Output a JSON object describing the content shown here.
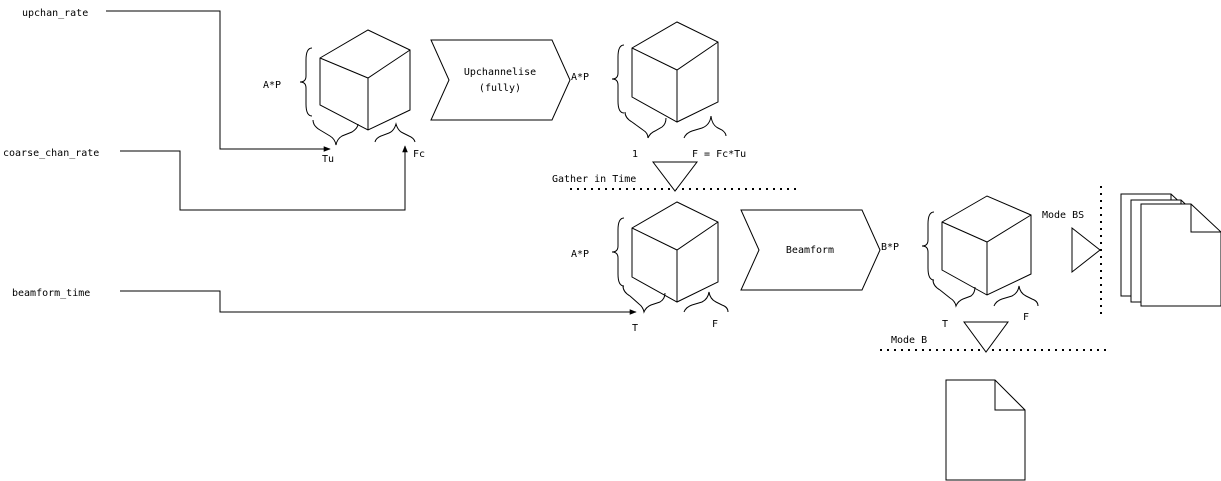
{
  "inputs": {
    "upchan_rate": "upchan_rate",
    "coarse_chan_rate": "coarse_chan_rate",
    "beamform_time": "beamform_time"
  },
  "cube1": {
    "side_label": "A*P",
    "bottom_left": "Tu",
    "bottom_right": "Fc"
  },
  "process1": {
    "line1": "Upchannelise",
    "line2": "(fully)"
  },
  "cube2": {
    "side_label": "A*P",
    "bottom_left": "1",
    "bottom_right": "F = Fc*Tu"
  },
  "gather_label": "Gather in Time",
  "cube3": {
    "side_label": "A*P",
    "bottom_left": "T",
    "bottom_right": "F"
  },
  "process2": {
    "label": "Beamform"
  },
  "cube4": {
    "side_label": "B*P",
    "bottom_left": "T",
    "bottom_right": "F"
  },
  "mode_bs_label": "Mode BS",
  "mode_b_label": "Mode B"
}
